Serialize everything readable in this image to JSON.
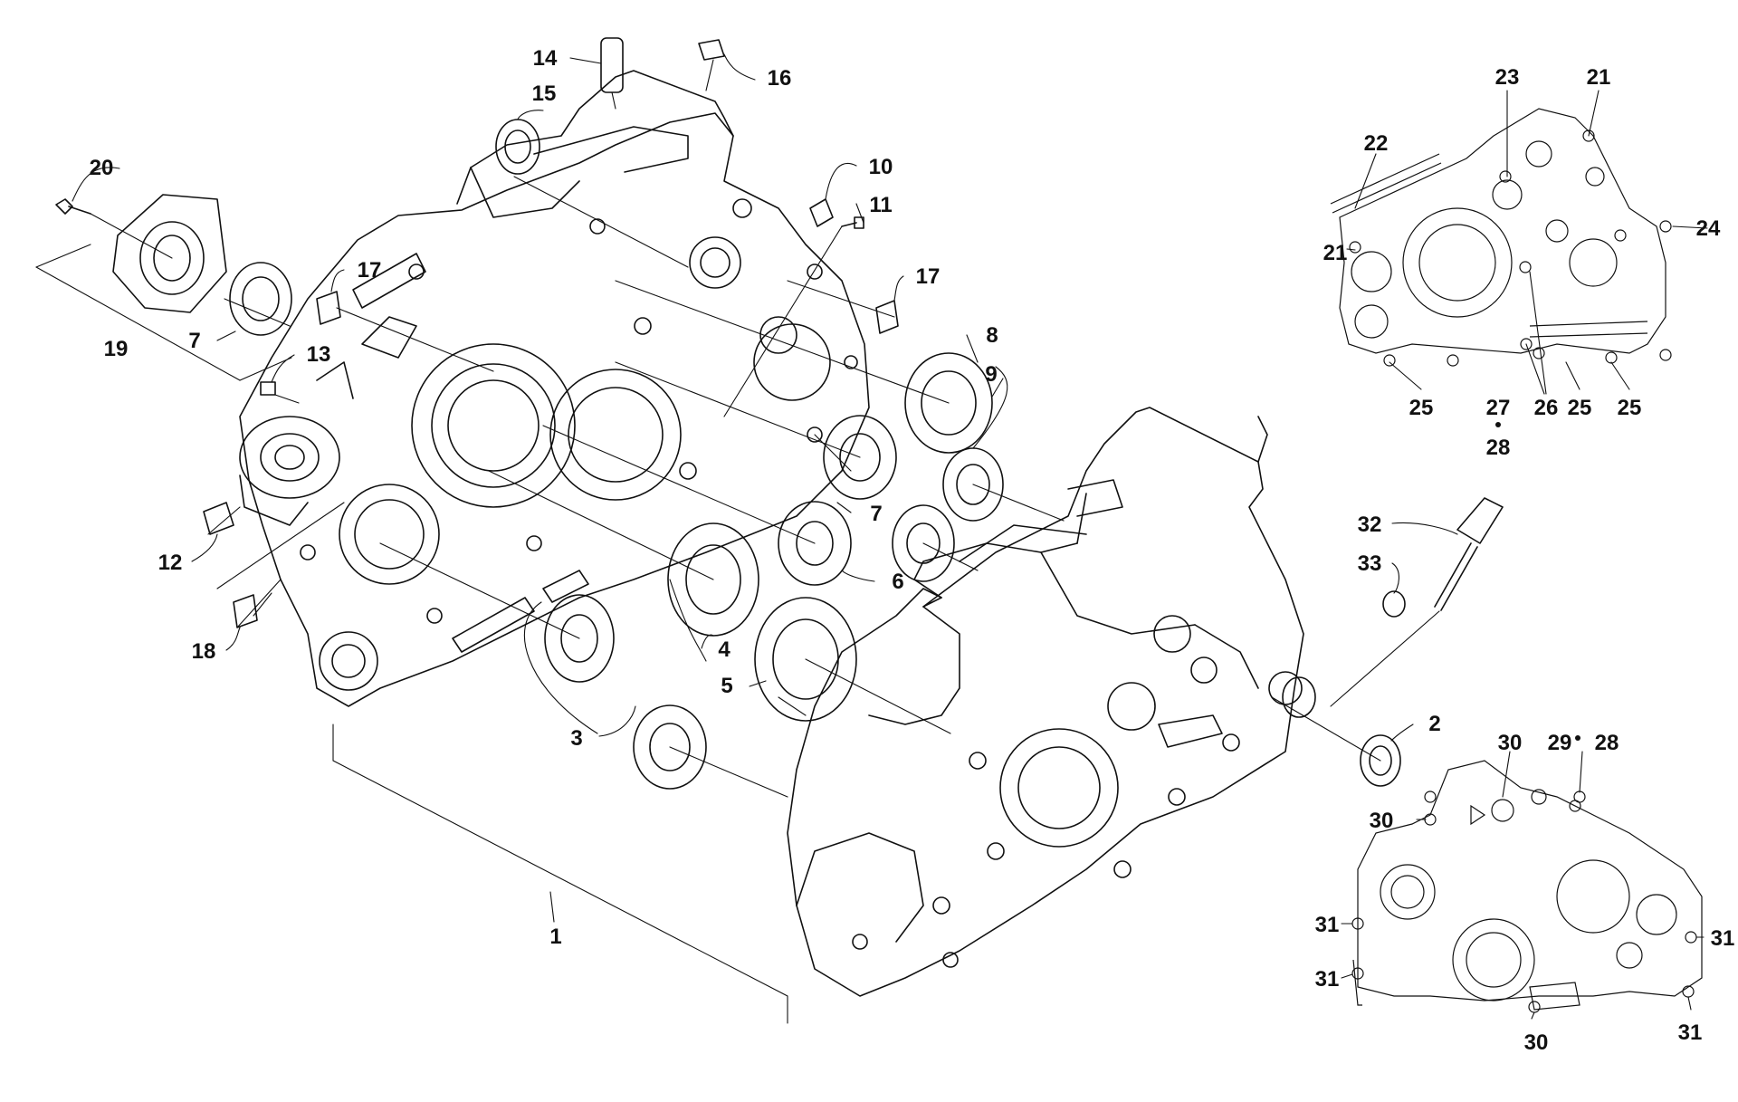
{
  "callouts": {
    "c1": "1",
    "c2": "2",
    "c3": "3",
    "c4": "4",
    "c5": "5",
    "c6": "6",
    "c7a": "7",
    "c7b": "7",
    "c8": "8",
    "c9": "9",
    "c10": "10",
    "c11": "11",
    "c12": "12",
    "c13": "13",
    "c14": "14",
    "c15": "15",
    "c16": "16",
    "c17a": "17",
    "c17b": "17",
    "c18": "18",
    "c19": "19",
    "c20": "20",
    "c21a": "21",
    "c21b": "21",
    "c22": "22",
    "c23": "23",
    "c24": "24",
    "c25a": "25",
    "c25b": "25",
    "c25c": "25",
    "c26": "26",
    "c27": "27",
    "c28a": "28",
    "c28b": "28",
    "c29": "29",
    "c30a": "30",
    "c30b": "30",
    "c30c": "30",
    "c31a": "31",
    "c31b": "31",
    "c31c": "31",
    "c31d": "31",
    "c32": "32",
    "c33": "33"
  }
}
